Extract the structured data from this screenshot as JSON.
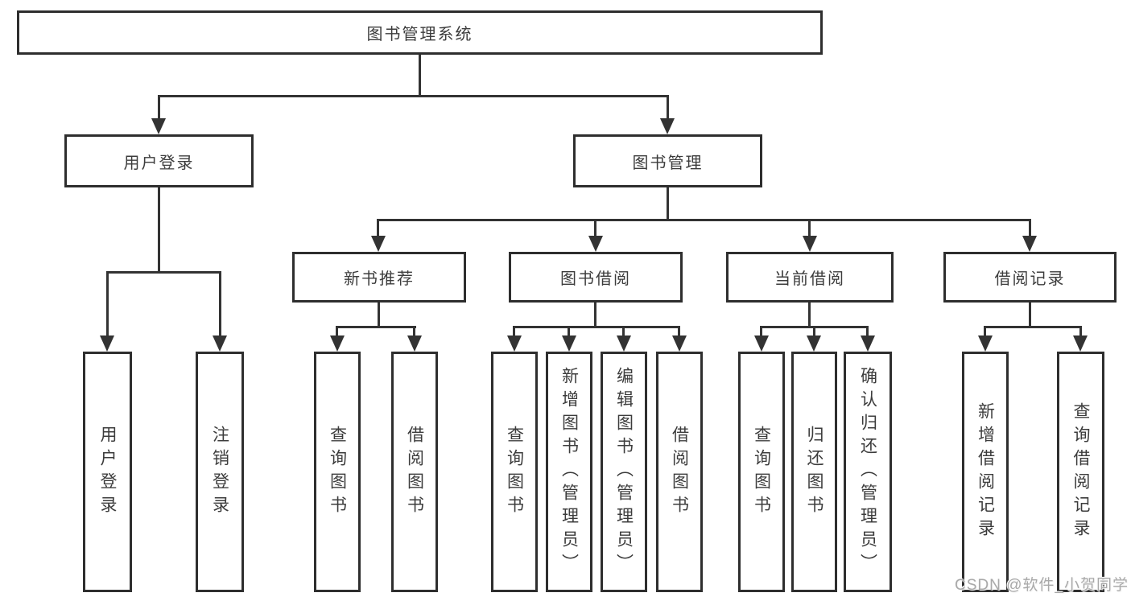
{
  "diagram_type": "hierarchy-tree",
  "tree": {
    "label": "图书管理系统",
    "children": [
      {
        "label": "用户登录",
        "children": [
          {
            "label": "用户登录"
          },
          {
            "label": "注销登录"
          }
        ]
      },
      {
        "label": "图书管理",
        "children": [
          {
            "label": "新书推荐",
            "children": [
              {
                "label": "查询图书"
              },
              {
                "label": "借阅图书"
              }
            ]
          },
          {
            "label": "图书借阅",
            "children": [
              {
                "label": "查询图书"
              },
              {
                "label": "新增图书（管理员）"
              },
              {
                "label": "编辑图书（管理员）"
              },
              {
                "label": "借阅图书"
              }
            ]
          },
          {
            "label": "当前借阅",
            "children": [
              {
                "label": "查询图书"
              },
              {
                "label": "归还图书"
              },
              {
                "label": "确认归还（管理员）"
              }
            ]
          },
          {
            "label": "借阅记录",
            "children": [
              {
                "label": "新增借阅记录"
              },
              {
                "label": "查询借阅记录"
              }
            ]
          }
        ]
      }
    ]
  },
  "watermark": {
    "text": "CSDN @软件_小贺同学"
  },
  "colors": {
    "background": "#ffffff",
    "line": "#333333",
    "box_border": "#2e2e2e",
    "text": "#3c3c3c",
    "watermark_text": "#a9a9a9"
  }
}
